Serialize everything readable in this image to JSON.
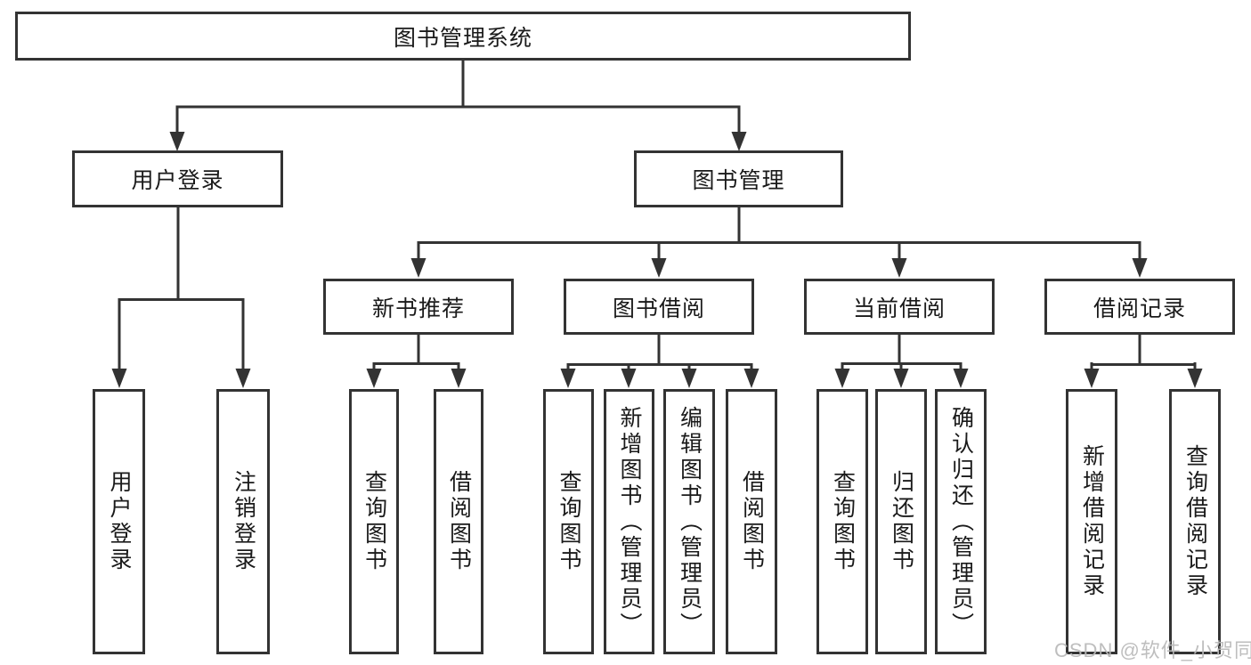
{
  "tree": {
    "label": "图书管理系统",
    "children": [
      {
        "label": "用户登录",
        "children": [
          {
            "label": "用户登录"
          },
          {
            "label": "注销登录"
          }
        ]
      },
      {
        "label": "图书管理",
        "children": [
          {
            "label": "新书推荐",
            "children": [
              {
                "label": "查询图书"
              },
              {
                "label": "借阅图书"
              }
            ]
          },
          {
            "label": "图书借阅",
            "children": [
              {
                "label": "查询图书"
              },
              {
                "label": "新增图书（管理员）"
              },
              {
                "label": "编辑图书（管理员）"
              },
              {
                "label": "借阅图书"
              }
            ]
          },
          {
            "label": "当前借阅",
            "children": [
              {
                "label": "查询图书"
              },
              {
                "label": "归还图书"
              },
              {
                "label": "确认归还（管理员）"
              }
            ]
          },
          {
            "label": "借阅记录",
            "children": [
              {
                "label": "新增借阅记录"
              },
              {
                "label": "查询借阅记录"
              }
            ]
          }
        ]
      }
    ]
  },
  "watermark": {
    "text": "CSDN @软件_小贺同学"
  },
  "colors": {
    "line": "#333333",
    "text": "#1a1a1a",
    "background": "#ffffff",
    "watermark": "#b9b9b9"
  }
}
